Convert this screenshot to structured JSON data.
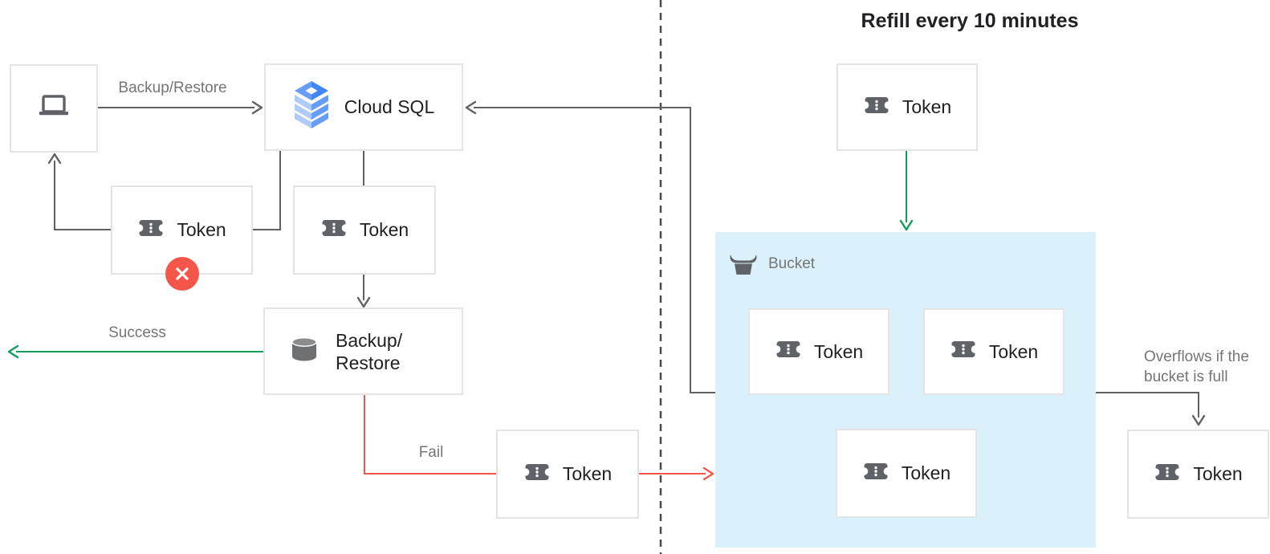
{
  "title": "Refill every 10 minutes",
  "labels": {
    "token": "Token",
    "cloud_sql": "Cloud SQL",
    "backup_restore_line1": "Backup/",
    "backup_restore_line2": "Restore",
    "bucket": "Bucket"
  },
  "annotations": {
    "client_to_sql": "Backup/Restore",
    "success": "Success",
    "fail": "Fail",
    "overflow_line1": "Overflows if the",
    "overflow_line2": "bucket is full"
  },
  "icons": {
    "laptop": "laptop-icon",
    "cloud_sql": "cloud-sql-icon",
    "token": "token-icon",
    "database": "database-icon",
    "bucket": "bucket-icon",
    "error": "error-x-icon"
  },
  "colors": {
    "green": "#129D58",
    "red": "#F4564A",
    "line": "#616161",
    "divider": "#4B4B4B",
    "bucket_bg": "#DAF0FA",
    "border": "#E4E4E4",
    "text_dark": "#212121",
    "text_gray": "#757575",
    "icon_gray": "#5F6368",
    "sql_light": "#AECBFA",
    "sql_mid": "#669DF6",
    "sql_dark": "#4285F4"
  }
}
